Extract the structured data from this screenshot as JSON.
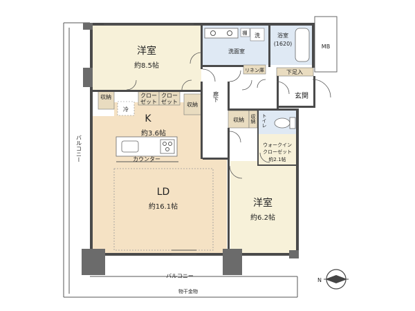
{
  "rooms": {
    "western_a": {
      "name": "洋室",
      "size": "約8.5帖"
    },
    "kitchen": {
      "name": "K",
      "size": "約3.6帖"
    },
    "ld": {
      "name": "LD",
      "size": "約16.1帖"
    },
    "western_b": {
      "name": "洋室",
      "size": "約6.2帖"
    },
    "washroom": {
      "name": "洗面室"
    },
    "bath": {
      "name": "浴室",
      "size": "(1620)"
    },
    "entrance": {
      "name": "玄関"
    },
    "corridor": {
      "name": "廊下"
    },
    "toilet": {
      "name": "トイレ"
    },
    "walkin": {
      "name1": "ウォークイン",
      "name2": "クローゼット",
      "size": "約2.1帖"
    }
  },
  "fixtures": {
    "storage": "収納",
    "closet1": "クロー",
    "closet2": "ゼット",
    "fridge": "冷",
    "counter": "カウンター",
    "linen": "リネン庫",
    "shoe": "下足入",
    "washer": "洗",
    "shelf": "棚",
    "mb": "MB"
  },
  "outside": {
    "balcony_left": "バルコニー",
    "balcony_bottom": "バルコニー",
    "drying_rack": "物干金物",
    "north": "N"
  },
  "colors": {
    "western": "#f7f1d9",
    "ld": "#f5e2c4",
    "wet": "#dfe9f4",
    "storage": "#e9dcc0",
    "hall": "#ffffff",
    "wall": "#4a4a4a"
  }
}
